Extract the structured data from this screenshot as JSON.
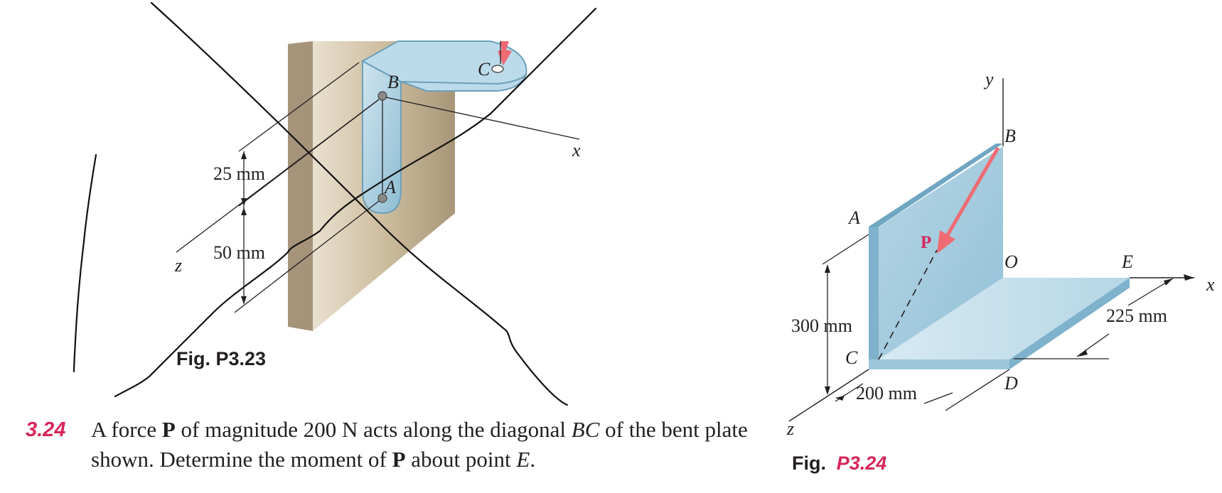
{
  "fig323": {
    "caption": "Fig. P3.23",
    "label_B": "B",
    "label_A": "A",
    "label_C": "C",
    "axis_x": "x",
    "axis_z": "z",
    "dim_25": "25 mm",
    "dim_50": "50 mm"
  },
  "fig324": {
    "caption_prefix": "Fig.",
    "caption_num": "P3.24",
    "axis_y": "y",
    "axis_x": "x",
    "axis_z": "z",
    "label_B": "B",
    "label_A": "A",
    "label_P": "P",
    "label_O": "O",
    "label_E": "E",
    "label_C": "C",
    "label_D": "D",
    "dim_300": "300 mm",
    "dim_225": "225 mm",
    "dim_200": "200 mm"
  },
  "problem": {
    "number": "3.24",
    "t1": "A force ",
    "t2": "P",
    "t3": " of magnitude 200 N acts along the diagonal ",
    "t4": "BC",
    "t5": " of the bent plate shown. Determine the moment of ",
    "t6": "P",
    "t7": " about point ",
    "t8": "E",
    "t9": "."
  },
  "colors": {
    "accent_red": "#d6275a",
    "force_arrow": "#ef6b73",
    "plate_blue": "#a9cfe0",
    "wall_tan": "#c8b696"
  }
}
